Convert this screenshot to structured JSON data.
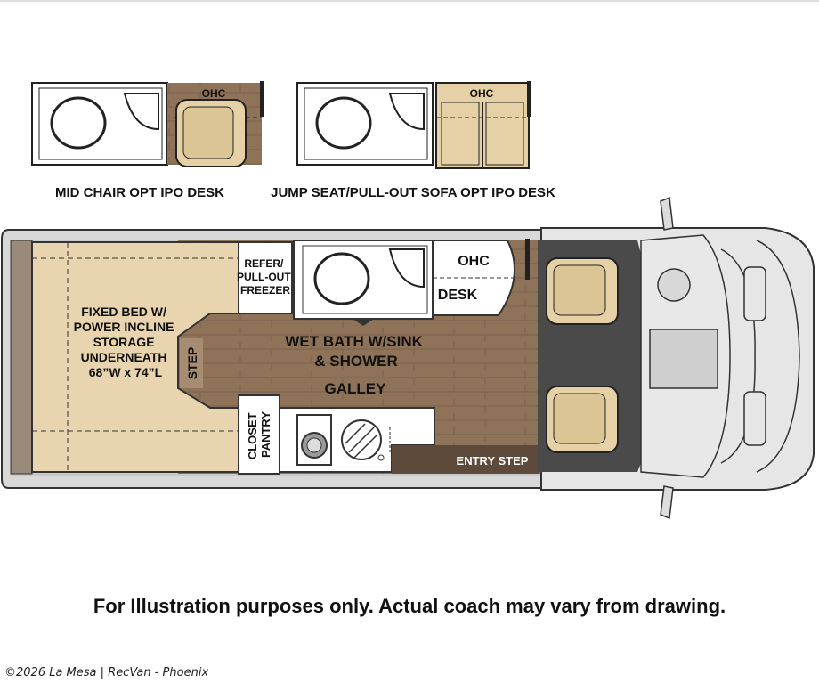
{
  "options": {
    "mid_chair": {
      "caption": "MID CHAIR OPT IPO DESK",
      "ohc": "OHC"
    },
    "jump_seat": {
      "caption": "JUMP SEAT/PULL-OUT SOFA OPT IPO DESK",
      "ohc": "OHC"
    }
  },
  "floorplan": {
    "bed": [
      "FIXED BED W/",
      "POWER INCLINE",
      "STORAGE",
      "UNDERNEATH",
      "68”W x 74”L"
    ],
    "step": "STEP",
    "refer": [
      "REFER/",
      "PULL-OUT",
      "FREEZER"
    ],
    "ohc": "OHC",
    "desk": "DESK",
    "wet_bath": [
      "WET BATH W/SINK",
      "& SHOWER"
    ],
    "galley": "GALLEY",
    "closet": [
      "CLOSET",
      "PANTRY"
    ],
    "entry_step": "ENTRY STEP"
  },
  "colors": {
    "wood": "#8a6f55",
    "bed": "#e8d5b0",
    "cab": "#4a4a4a",
    "outline": "#333333",
    "dark_wood": "#5e4a3a"
  },
  "disclaimer": "For Illustration purposes only.  Actual coach may vary from drawing.",
  "credit": "©2026 La Mesa | RecVan - Phoenix"
}
